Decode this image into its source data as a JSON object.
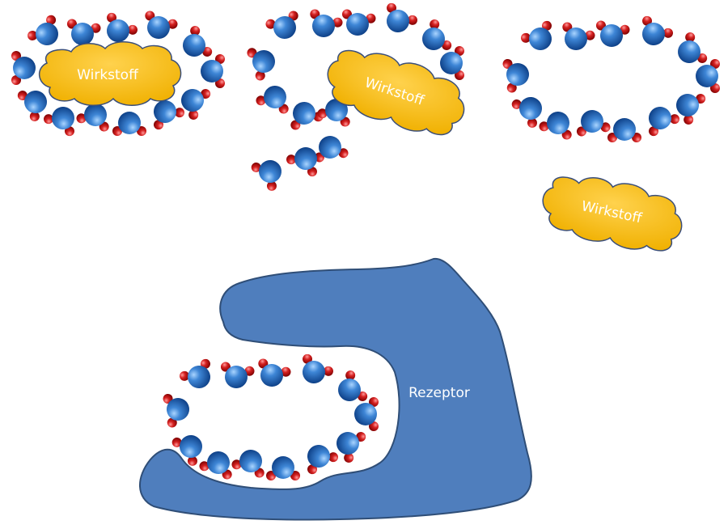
{
  "labels": {
    "drug_1": "Wirkstoff",
    "drug_2": "Wirkstoff",
    "drug_3": "Wirkstoff",
    "receptor": "Rezeptor"
  },
  "colors": {
    "drug_fill": "#ffc000",
    "drug_stroke": "#3a4e7a",
    "receptor_fill": "#4f7ebd",
    "receptor_stroke": "#2f4e77",
    "oxygen": "#1f5fb0",
    "hydrogen": "#c00000"
  },
  "icons": {
    "water_molecule": "water-molecule-icon"
  }
}
